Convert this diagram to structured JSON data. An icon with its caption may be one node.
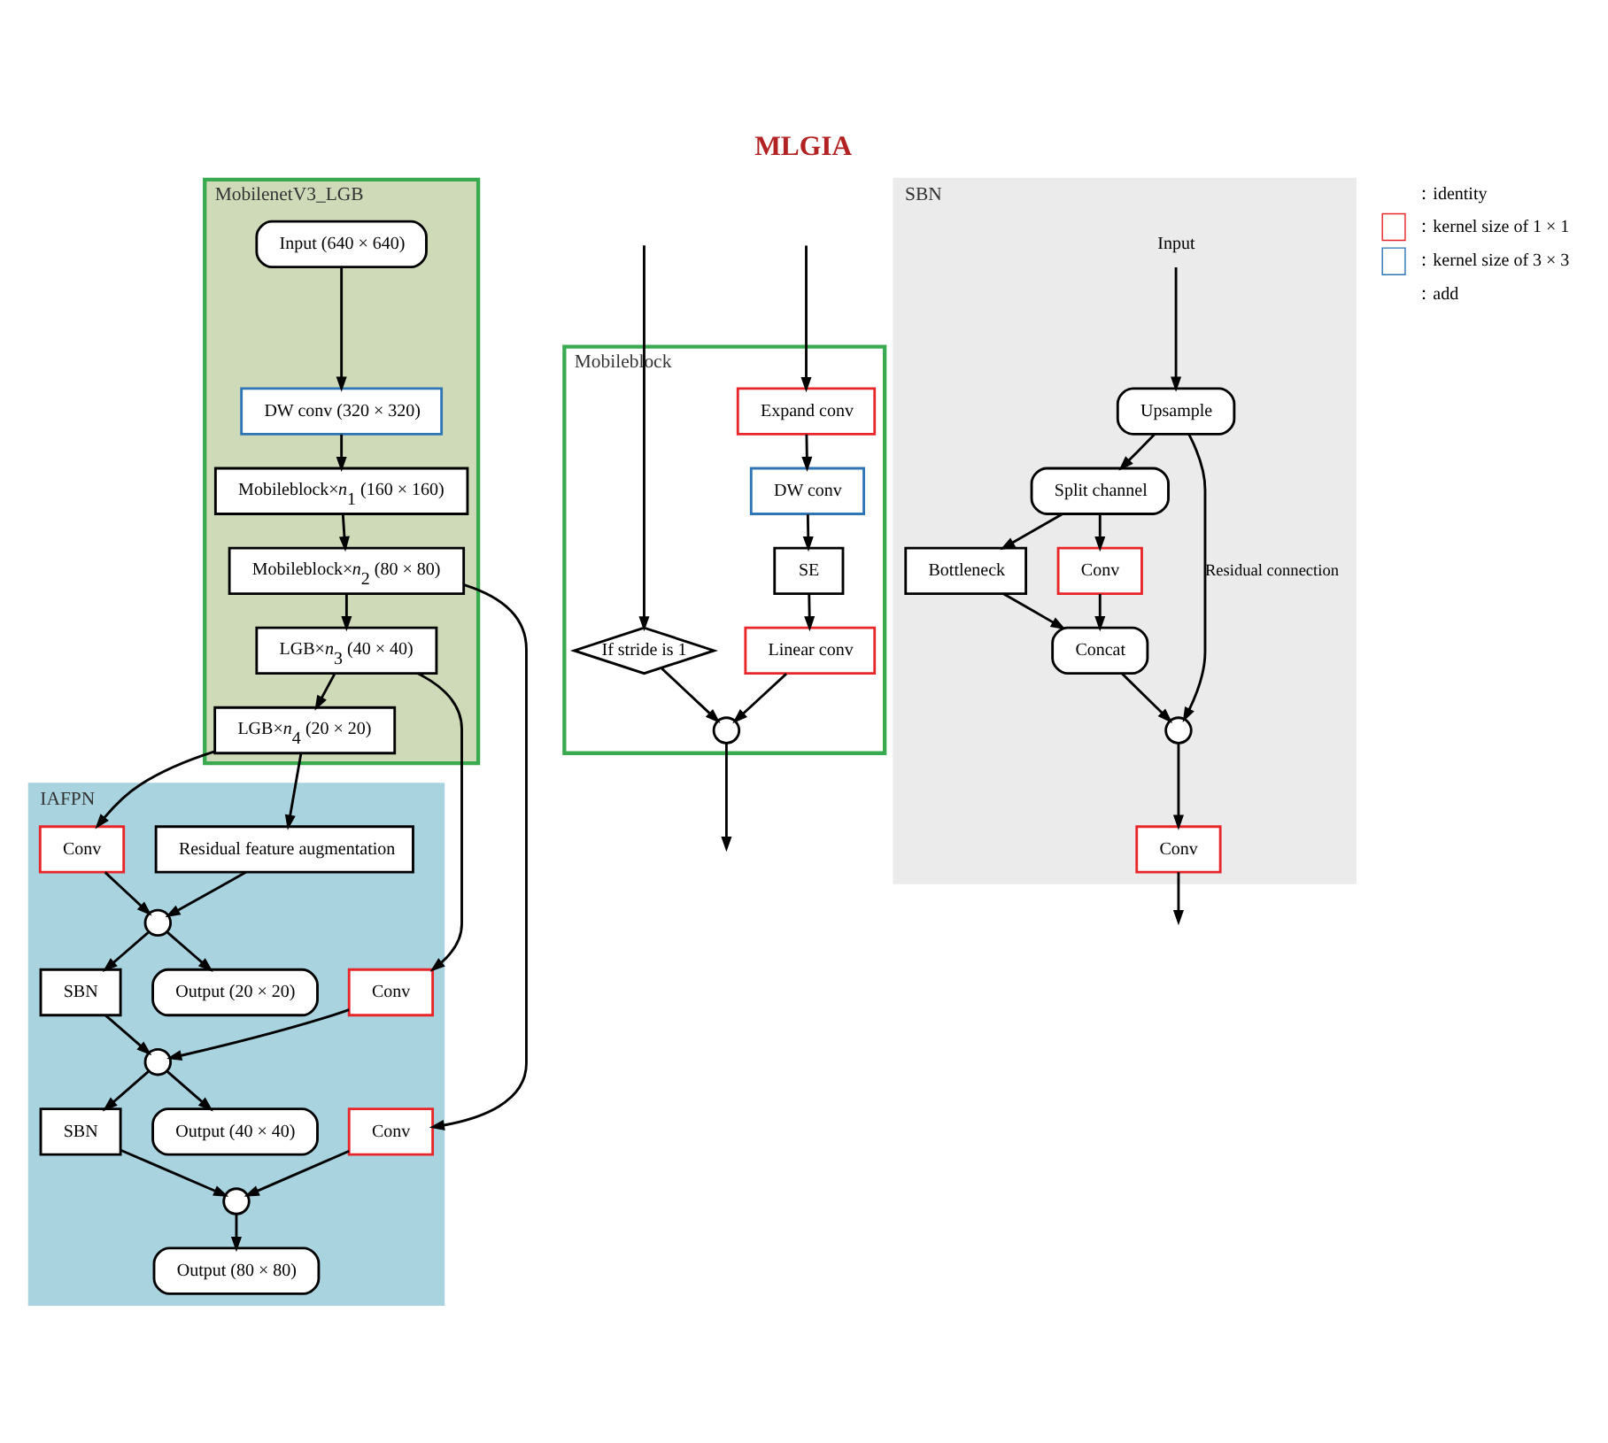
{
  "diagram": {
    "title": "MLGIA",
    "nodes": [
      {
        "text": [
          "MobilenetV3_LGB"
        ]
      },
      {
        "text": [
          "Input (640 × 640)"
        ],
        "in": 0
      },
      {
        "text": [
          "DW conv (320 × 320)"
        ],
        "in": 0
      },
      {
        "text": [
          "Mobileblock×*n*$_{1}$ (160 × 160)"
        ],
        "in": 0
      },
      {
        "text": [
          "Mobileblock×*n*$_{2}$ (80 × 80)"
        ],
        "in": 0
      },
      {
        "text": [
          "LGB×*n*$_{3}$ (40 × 40)"
        ],
        "in": 0
      },
      {
        "text": [
          "LGB×*n*$_{4}$ (20 × 20)"
        ],
        "in": 0
      },
      {
        "text": [
          "Mobileblock"
        ]
      },
      {
        "text": [
          "Expand conv"
        ],
        "in": 7
      },
      {
        "text": [
          "DW conv"
        ],
        "in": 7
      },
      {
        "text": [
          "SE"
        ],
        "in": 7
      },
      {
        "text": [
          "Linear conv"
        ],
        "in": 7
      },
      {
        "text": [],
        "shape": "circle",
        "in": 7
      },
      {
        "text": [
          "If stride is 1"
        ],
        "in": 7
      },
      {
        "text": [
          "SBN"
        ]
      },
      {
        "text": [
          "Input"
        ],
        "in": 14
      },
      {
        "text": [
          "Upsample"
        ],
        "in": 14
      },
      {
        "text": [
          "Split channel"
        ],
        "in": 14
      },
      {
        "text": [
          "Bottleneck"
        ],
        "in": 14
      },
      {
        "text": [
          "Conv"
        ],
        "in": 14
      },
      {
        "text": [
          "Concat"
        ],
        "in": 14
      },
      {
        "text": [],
        "shape": "circle",
        "in": 14
      },
      {
        "text": [
          "Conv"
        ],
        "in": 14
      },
      {
        "text": [
          "IAFPN"
        ]
      },
      {
        "text": [
          "Conv"
        ],
        "in": 23
      },
      {
        "text": [],
        "shape": "circle",
        "in": 23
      },
      {
        "text": [
          "Output (80 × 80)"
        ],
        "in": 23
      },
      {
        "text": [
          "SBN"
        ],
        "in": 23
      },
      {
        "text": [
          "Conv"
        ],
        "in": 23
      },
      {
        "text": [],
        "shape": "circle",
        "in": 23
      },
      {
        "text": [
          "Output (40 × 40)"
        ],
        "in": 23
      },
      {
        "text": [
          "SBN"
        ],
        "in": 23
      },
      {
        "text": [
          "Conv"
        ],
        "in": 23
      },
      {
        "text": [],
        "shape": "circle",
        "in": 23
      },
      {
        "text": [
          "Output (20 × 20)"
        ],
        "in": 23
      },
      {
        "text": [
          "Residual feature augmentation"
        ],
        "in": 23
      }
    ],
    "edges": [
      {
        "from": 1,
        "to": 2,
        "arrow": "to"
      },
      {
        "from": 2,
        "to": 3,
        "arrow": "to"
      },
      {
        "from": 3,
        "to": 4,
        "arrow": "to"
      },
      {
        "from": 4,
        "to": 5,
        "arrow": "to"
      },
      {
        "from": 5,
        "to": 6,
        "arrow": "to"
      },
      {
        "from": null,
        "to": 8,
        "arrow": "to"
      },
      {
        "from": null,
        "to": 13,
        "arrow": "to"
      },
      {
        "from": 8,
        "to": 9,
        "arrow": "to"
      },
      {
        "from": 9,
        "to": 10,
        "arrow": "to"
      },
      {
        "from": 10,
        "to": 11,
        "arrow": "to"
      },
      {
        "from": 11,
        "to": 12,
        "arrow": "to"
      },
      {
        "from": 13,
        "to": 12,
        "arrow": "to"
      },
      {
        "from": 12,
        "to": null,
        "arrow": "to"
      },
      {
        "from": 15,
        "to": 16,
        "arrow": "to"
      },
      {
        "from": 16,
        "to": 17,
        "arrow": "to"
      },
      {
        "from": 16,
        "to": 21,
        "arrow": "to",
        "label": "Residual connection"
      },
      {
        "from": 17,
        "to": 18,
        "arrow": "to"
      },
      {
        "from": 17,
        "to": 19,
        "arrow": "to"
      },
      {
        "from": 18,
        "to": 20,
        "arrow": "to"
      },
      {
        "from": 19,
        "to": 20,
        "arrow": "to"
      },
      {
        "from": 20,
        "to": 21,
        "arrow": "to"
      },
      {
        "from": 21,
        "to": 22,
        "arrow": "to"
      },
      {
        "from": 22,
        "to": null,
        "arrow": "to"
      },
      {
        "from": 4,
        "to": 24,
        "arrow": "to"
      },
      {
        "from": 24,
        "to": 25,
        "arrow": "to"
      },
      {
        "from": 25,
        "to": 26,
        "arrow": "to"
      },
      {
        "from": 27,
        "to": 25,
        "arrow": "to"
      },
      {
        "from": 5,
        "to": 28,
        "arrow": "to"
      },
      {
        "from": 28,
        "to": 29,
        "arrow": "to"
      },
      {
        "from": 29,
        "to": 30,
        "arrow": "to"
      },
      {
        "from": 29,
        "to": 27,
        "arrow": "to"
      },
      {
        "from": 31,
        "to": 29,
        "arrow": "to"
      },
      {
        "from": 6,
        "to": 32,
        "arrow": "to"
      },
      {
        "from": 32,
        "to": 33,
        "arrow": "to"
      },
      {
        "from": 33,
        "to": 34,
        "arrow": "to"
      },
      {
        "from": 33,
        "to": 31,
        "arrow": "to"
      },
      {
        "from": 6,
        "to": 35,
        "arrow": "to"
      },
      {
        "from": 35,
        "to": 33,
        "arrow": "to"
      }
    ],
    "legend": [
      {
        "text": "：identity"
      },
      {
        "text": "：kernel size of 1 × 1",
        "color": "#e8262a"
      },
      {
        "text": "：kernel size of 3 × 3",
        "color": "#2e75b6"
      },
      {
        "text": "：add"
      }
    ]
  }
}
